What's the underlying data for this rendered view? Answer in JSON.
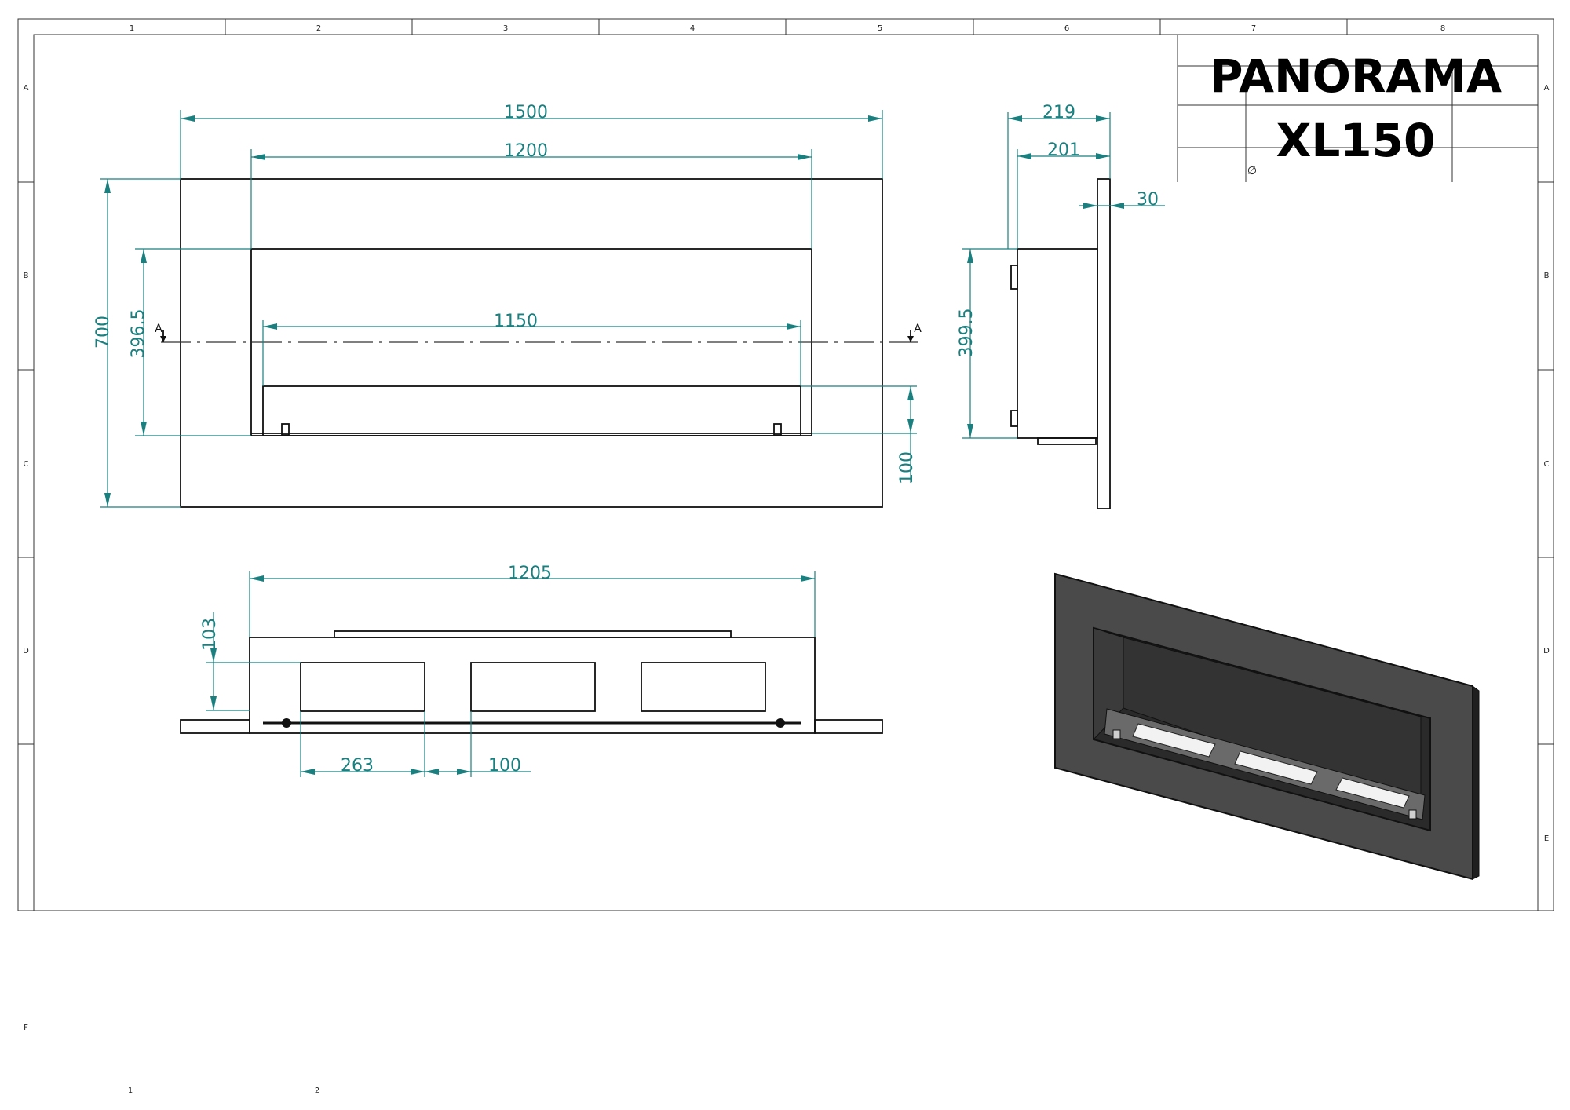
{
  "title": {
    "line1": "PANORAMA",
    "line2": "XL150"
  },
  "diameter_symbol": "∅",
  "section_marker": "A",
  "zones": {
    "columns": [
      "1",
      "2",
      "3",
      "4",
      "5",
      "6",
      "7",
      "8"
    ],
    "rows": [
      "A",
      "B",
      "C",
      "D",
      "E",
      "F"
    ],
    "bottom_columns": [
      "1",
      "2"
    ]
  },
  "dimensions": {
    "front_overall_width": "1500",
    "front_opening_width": "1200",
    "front_burner_width": "1150",
    "front_overall_height": "700",
    "front_opening_height": "396.5",
    "front_burner_height": "100",
    "side_depth_total": "219",
    "side_depth_body": "201",
    "side_frame_thickness": "30",
    "side_body_height": "399.5",
    "top_body_width": "1205",
    "top_body_depth": "103",
    "top_tray_width": "263",
    "top_tray_gap": "100"
  }
}
